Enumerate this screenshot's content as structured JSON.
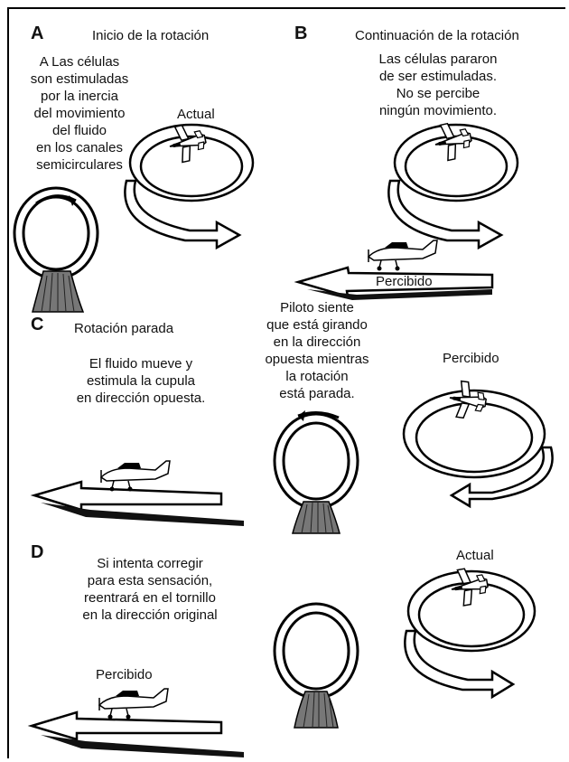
{
  "panels": {
    "a": {
      "letter": "A",
      "title": "Inicio de la rotación",
      "desc": [
        "A Las células",
        "son estimuladas",
        "por la inercia",
        "del movimiento",
        "del fluido",
        "en los canales",
        "semicirculares"
      ],
      "plane_label": "Actual"
    },
    "b": {
      "letter": "B",
      "title": "Continuación de la rotación",
      "desc": [
        "Las células pararon",
        "de ser estimuladas.",
        "No se percibe",
        "ningún movimiento."
      ],
      "plane_label": "Percibido"
    },
    "c": {
      "letter": "C",
      "title": "Rotación parada",
      "desc": [
        "El fluido mueve y",
        "estimula la cupula",
        "en dirección opuesta."
      ],
      "pilot_desc": [
        "Piloto siente",
        "que está girando",
        "en la dirección",
        "opuesta mientras",
        "la rotación",
        "está parada."
      ],
      "plane_label": "Percibido"
    },
    "d": {
      "letter": "D",
      "desc": [
        "Si intenta corregir",
        "para esta sensación,",
        "reentrará en el tornillo",
        "en la dirección original"
      ],
      "actual_label": "Actual",
      "perceived_label": "Percibido"
    }
  }
}
